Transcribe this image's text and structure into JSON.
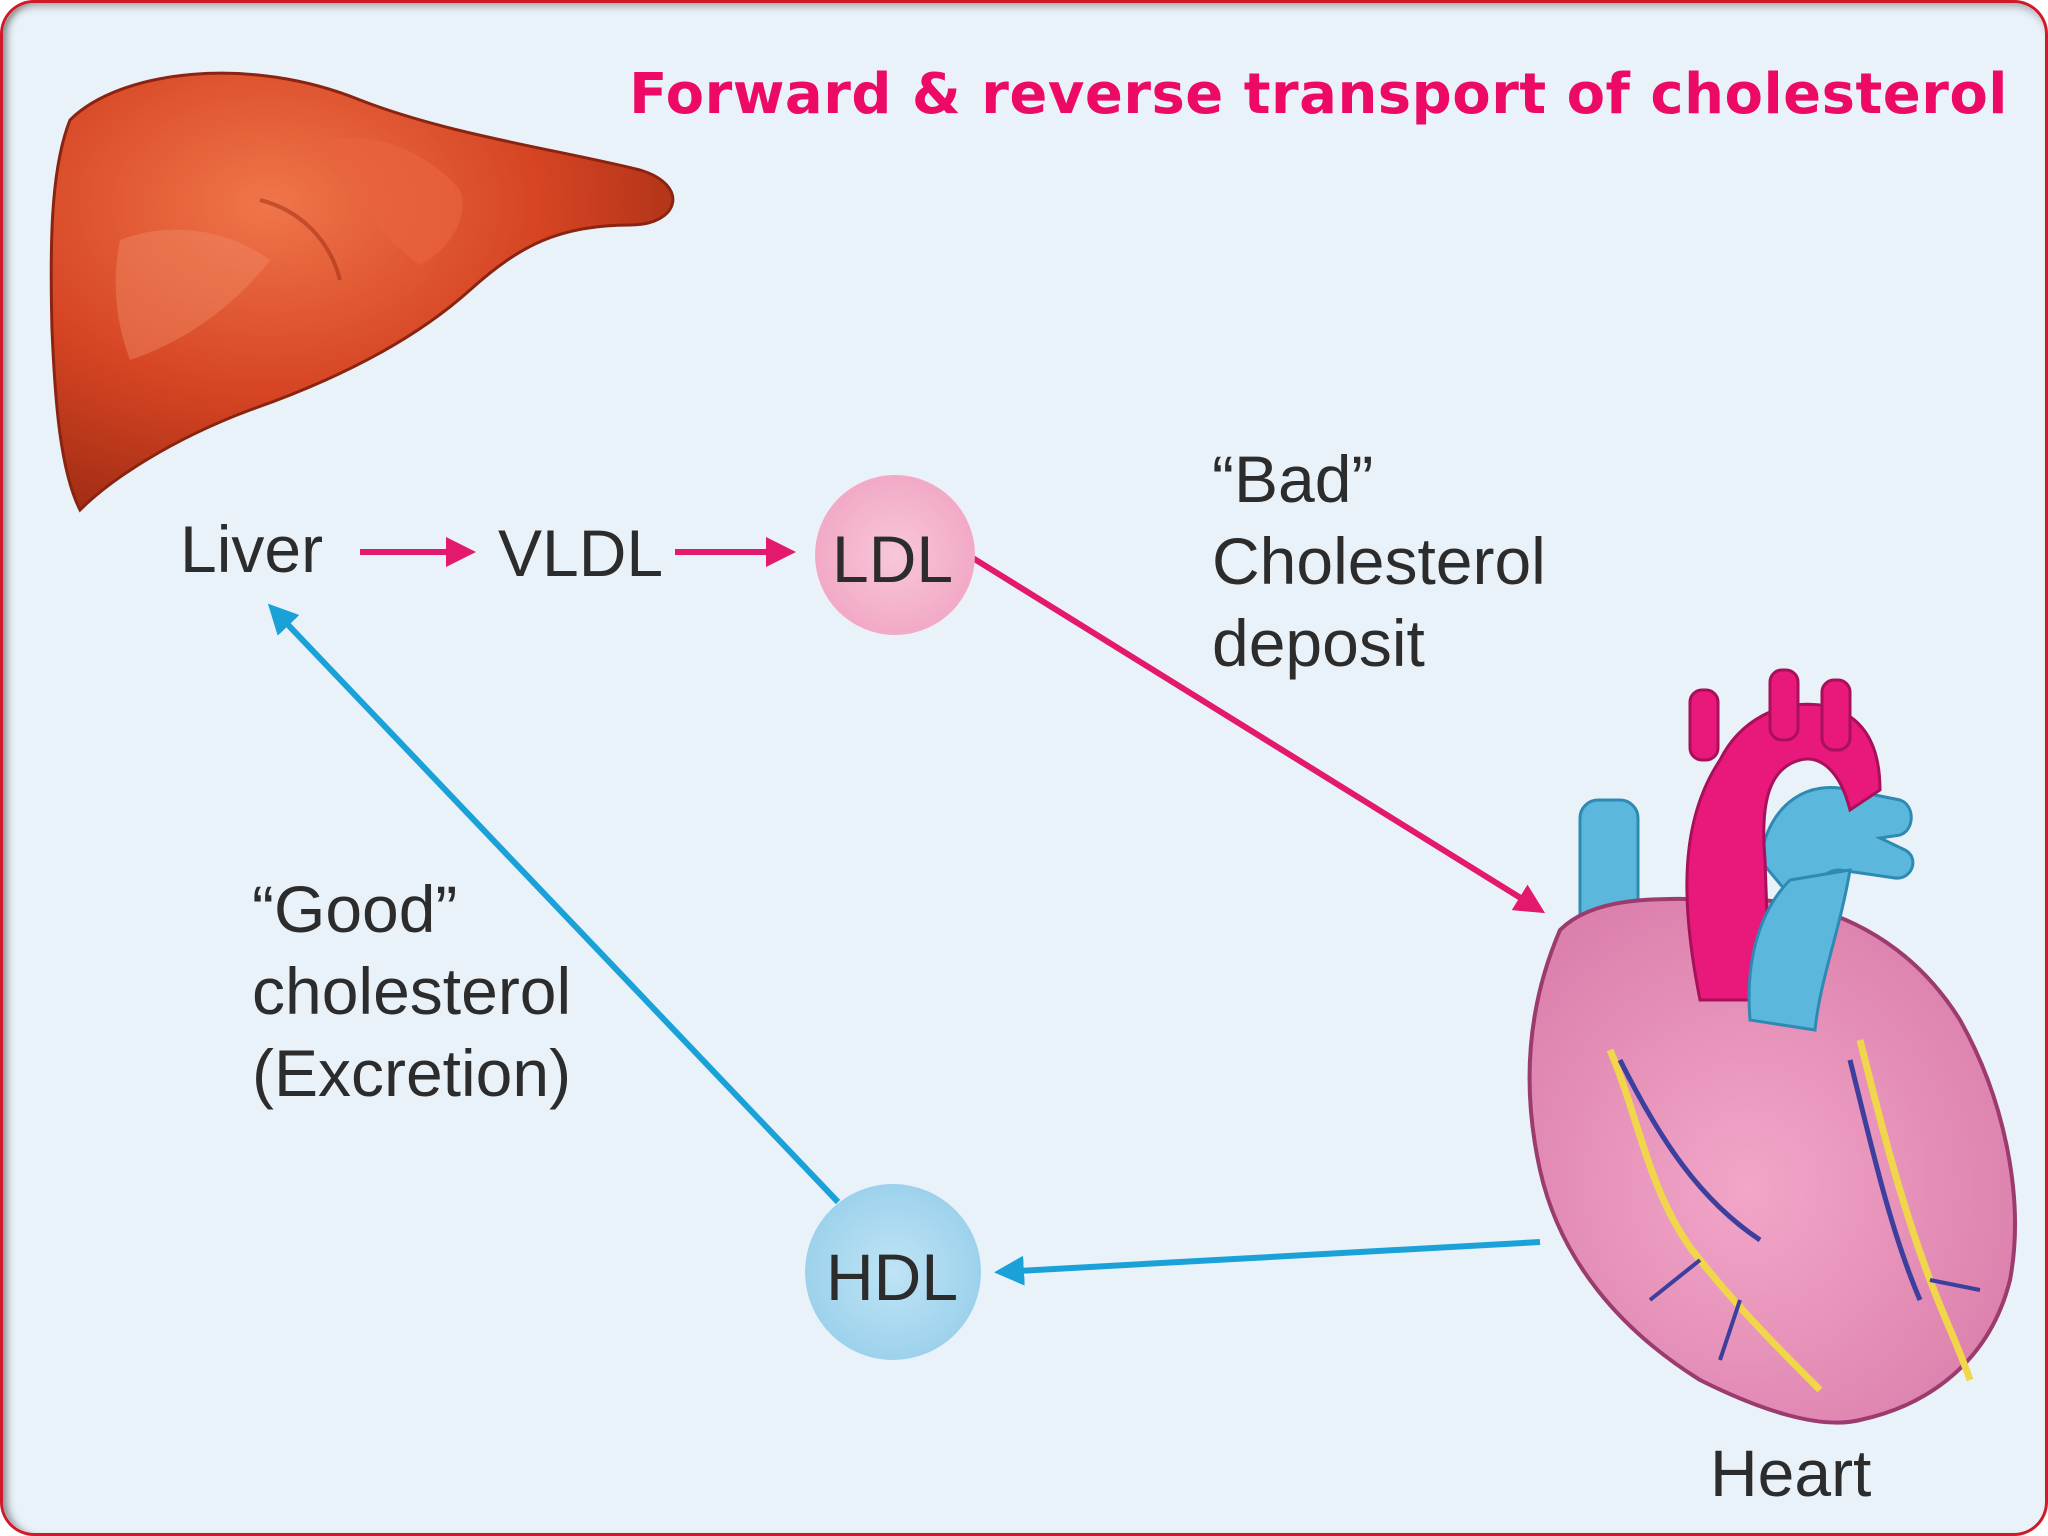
{
  "title": "Forward & reverse transport of cholesterol",
  "nodes": {
    "liver": "Liver",
    "vldl": "VLDL",
    "ldl": "LDL",
    "hdl": "HDL",
    "heart": "Heart"
  },
  "annotations": {
    "bad": "“Bad”\nCholesterol\ndeposit",
    "good": "“Good”\ncholesterol\n(Excretion)"
  },
  "colors": {
    "title": "#ec0a66",
    "forward_arrow": "#e3196d",
    "reverse_arrow": "#1aa2d8",
    "ldl_circle": "#f4b7cf",
    "hdl_circle": "#a9d9ef",
    "background": "#eaf2f9"
  },
  "icons": [
    "liver-illustration",
    "heart-illustration"
  ]
}
